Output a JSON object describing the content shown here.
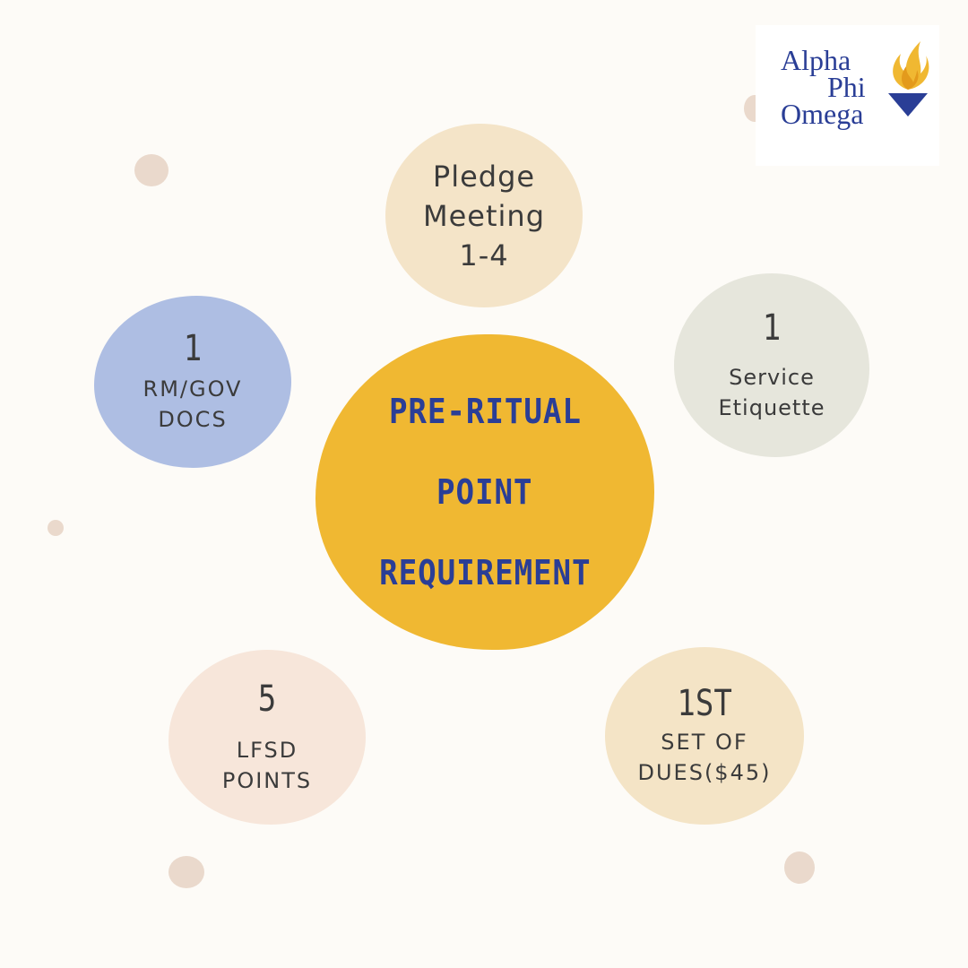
{
  "logo": {
    "words": [
      "Alpha",
      "Phi",
      "Omega"
    ]
  },
  "center": {
    "lines": [
      "PRE-RITUAL",
      "POINT",
      "REQUIREMENT"
    ]
  },
  "bubbles": {
    "pledge": {
      "lines": [
        "Pledge",
        "Meeting",
        "1-4"
      ]
    },
    "rm_gov": {
      "count": "1",
      "lines": [
        "RM/GOV",
        "DOCS"
      ]
    },
    "service": {
      "count": "1",
      "lines": [
        "Service",
        "Etiquette"
      ]
    },
    "lfsd": {
      "count": "5",
      "lines": [
        "LFSD",
        "POINTS"
      ]
    },
    "dues": {
      "count": "1ST",
      "lines": [
        "SET OF",
        "DUES($45)"
      ]
    }
  },
  "colors": {
    "background": "#fdfbf7",
    "center": "#f0b832",
    "center_text": "#2a3e96",
    "pledge": "#f4e4c8",
    "rm_gov": "#aebee3",
    "service": "#e6e6dc",
    "lfsd": "#f7e6da",
    "dues": "#f4e4c6",
    "dots": "#ead9cc",
    "logo_blue": "#2a3e96",
    "logo_gold": "#f0b832"
  }
}
